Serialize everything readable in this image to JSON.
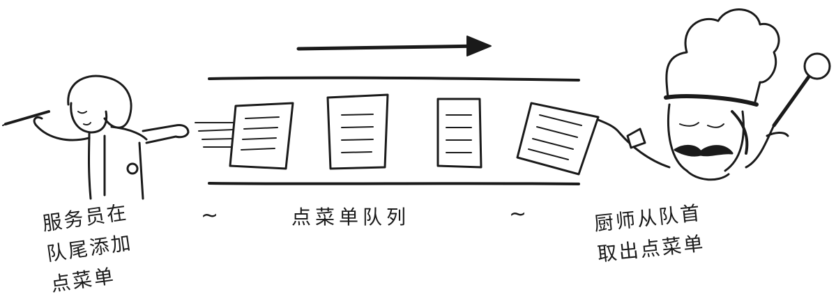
{
  "labels": {
    "queue": "点菜单队列",
    "waiter_line1": "服务员在",
    "waiter_line2": "队尾添加",
    "waiter_line3": "点菜单",
    "chef_line1": "厨师从队首",
    "chef_line2": "取出点菜单",
    "tilde_left": "~",
    "tilde_right": "~"
  }
}
